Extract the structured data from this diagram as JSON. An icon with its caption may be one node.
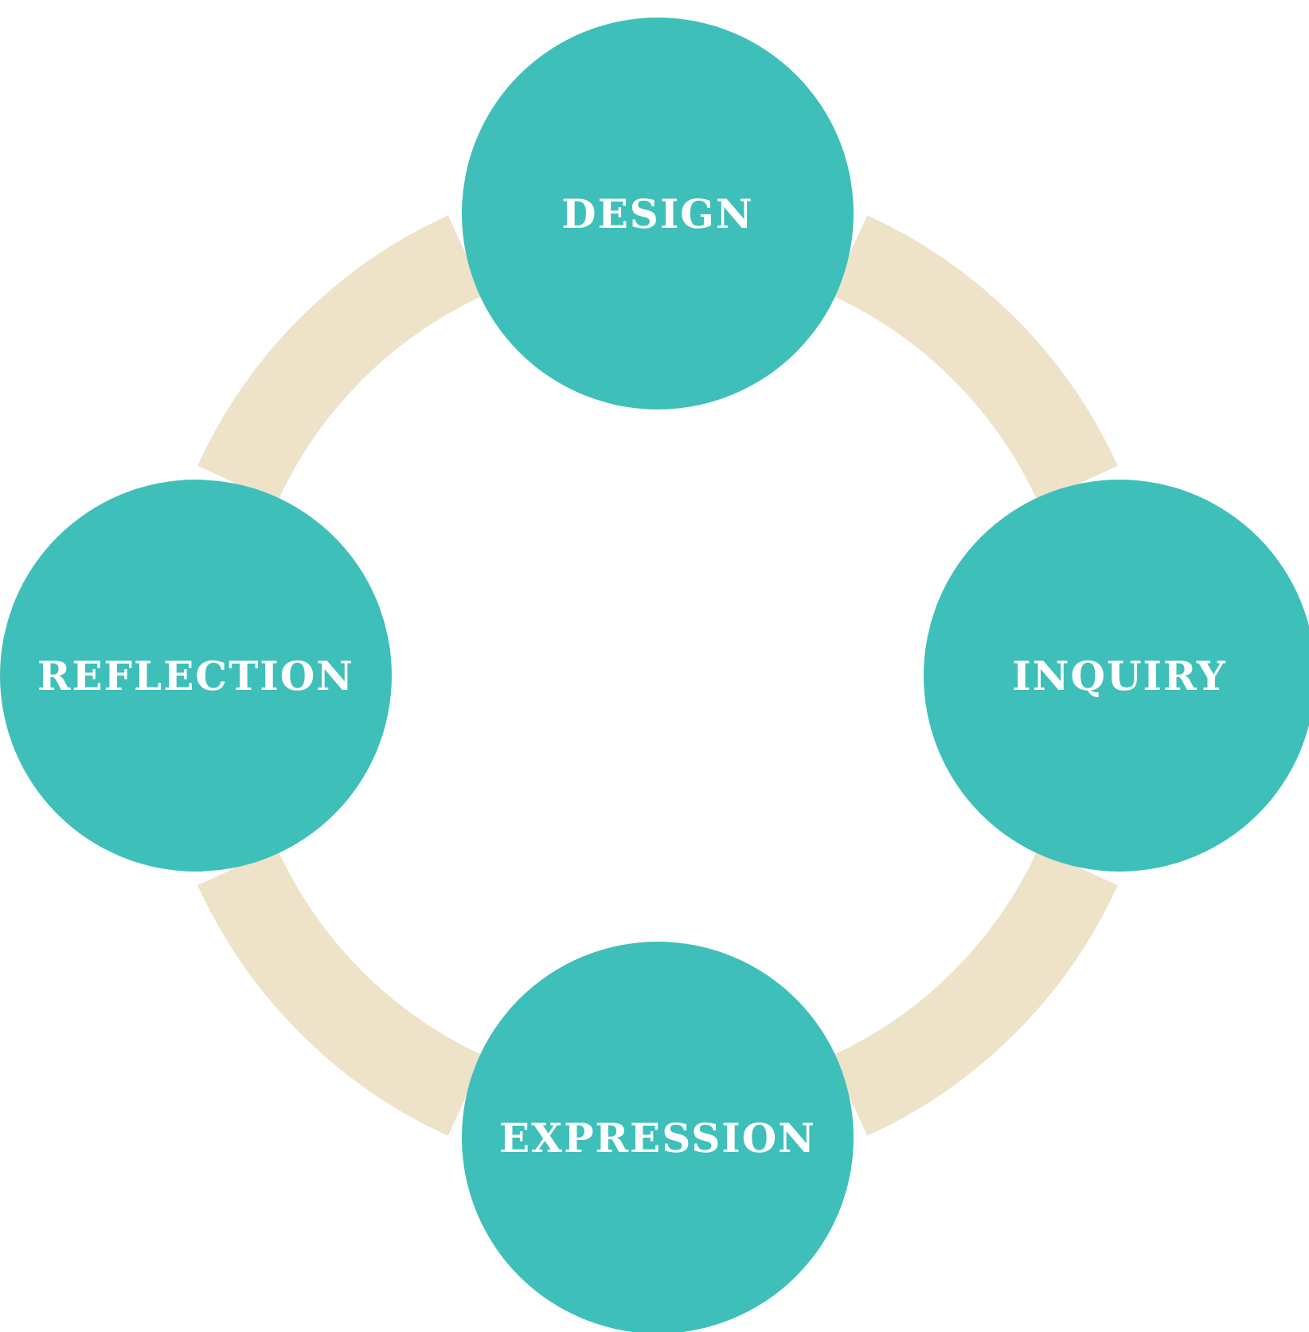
{
  "diagram": {
    "nodes": [
      {
        "text": [
          "DESIGN"
        ]
      },
      {
        "text": [
          "INQUIRY"
        ]
      },
      {
        "text": [
          "EXPRESSION"
        ]
      },
      {
        "text": [
          "REFLECTION"
        ]
      }
    ],
    "edges": [
      {
        "from": 0,
        "to": 1,
        "arrow": "none"
      },
      {
        "from": 1,
        "to": 2,
        "arrow": "none"
      },
      {
        "from": 2,
        "to": 3,
        "arrow": "none"
      },
      {
        "from": 3,
        "to": 0,
        "arrow": "none"
      }
    ]
  }
}
